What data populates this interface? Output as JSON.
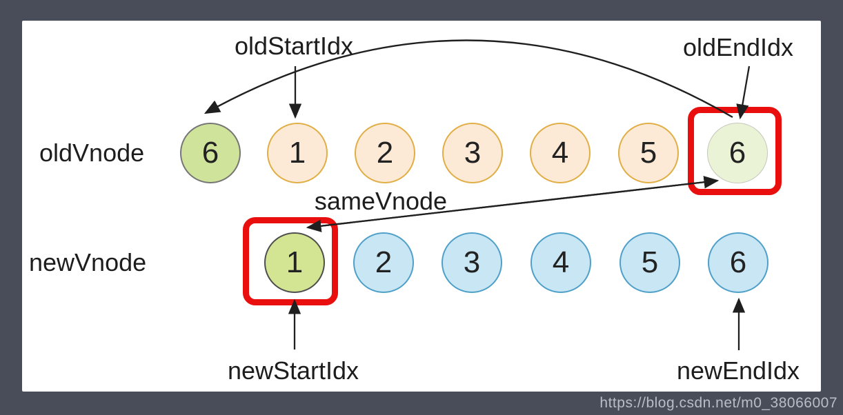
{
  "window": {
    "watermark": "https://blog.csdn.net/m0_38066007"
  },
  "colors": {
    "frame_bg": "#494d5a",
    "panel_bg": "#ffffff",
    "text": "#1d1d1d",
    "arrow": "#1f1f1f",
    "highlight_red": "#e90f0e",
    "node_green_fill": "#cfe39a",
    "node_green_border": "#757575",
    "node_new_green_fill": "#d3e592",
    "node_new_green_border": "#4d4d4d",
    "node_light_green_fill": "#eaf3d6",
    "node_light_green_border": "#c3c7bb",
    "node_peach_fill": "#fcead7",
    "node_peach_border": "#e0ae45",
    "node_blue_fill": "#c8e6f4",
    "node_blue_border": "#4fa0c9",
    "watermark_text": "#b9bdc6"
  },
  "diagram": {
    "labels": {
      "old_start_idx": "oldStartIdx",
      "old_end_idx": "oldEndIdx",
      "new_start_idx": "newStartIdx",
      "new_end_idx": "newEndIdx",
      "same_vnode": "sameVnode"
    },
    "old_row": {
      "label": "oldVnode",
      "nodes": [
        {
          "value": "6",
          "color": "green",
          "highlighted": false
        },
        {
          "value": "1",
          "color": "peach",
          "highlighted": false
        },
        {
          "value": "2",
          "color": "peach",
          "highlighted": false
        },
        {
          "value": "3",
          "color": "peach",
          "highlighted": false
        },
        {
          "value": "4",
          "color": "peach",
          "highlighted": false
        },
        {
          "value": "5",
          "color": "peach",
          "highlighted": false
        },
        {
          "value": "6",
          "color": "light_green",
          "highlighted": true
        }
      ]
    },
    "new_row": {
      "label": "newVnode",
      "nodes": [
        {
          "value": "1",
          "color": "new_green",
          "highlighted": true
        },
        {
          "value": "2",
          "color": "blue",
          "highlighted": false
        },
        {
          "value": "3",
          "color": "blue",
          "highlighted": false
        },
        {
          "value": "4",
          "color": "blue",
          "highlighted": false
        },
        {
          "value": "5",
          "color": "blue",
          "highlighted": false
        },
        {
          "value": "6",
          "color": "blue",
          "highlighted": false
        }
      ]
    },
    "pointers": [
      {
        "name": "oldStartIdx",
        "points_to": "old row node value 1"
      },
      {
        "name": "oldEndIdx",
        "points_to": "old row last node value 6 (red box)"
      },
      {
        "name": "newStartIdx",
        "points_to": "new row first node value 1 (red box)"
      },
      {
        "name": "newEndIdx",
        "points_to": "new row last node value 6"
      }
    ],
    "connections": [
      {
        "name": "sameVnode",
        "from": "old row end node 6",
        "to": "new row start node 1",
        "double_arrow": true
      },
      {
        "name": "move-to-front-curve",
        "from": "old row end node 6",
        "to": "old row front green node 6",
        "double_arrow": false
      }
    ]
  }
}
